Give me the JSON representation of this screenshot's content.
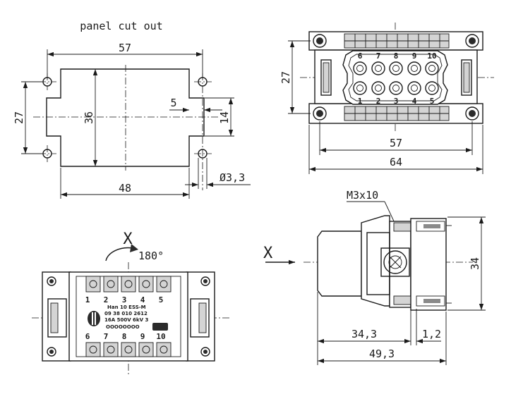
{
  "panel": {
    "title": "panel cut out",
    "w57": "57",
    "h27": "27",
    "h36": "36",
    "d5": "5",
    "d14": "14",
    "w48": "48",
    "hole": "Ø3,3"
  },
  "front": {
    "h27": "27",
    "w57": "57",
    "w64": "64",
    "top_pins": [
      "6",
      "7",
      "8",
      "9",
      "10"
    ],
    "bottom_pins": [
      "1",
      "2",
      "3",
      "4",
      "5"
    ]
  },
  "rear": {
    "view_mark": "X",
    "rotation": "180°",
    "top_pins": [
      "1",
      "2",
      "3",
      "4",
      "5"
    ],
    "bottom_pins": [
      "6",
      "7",
      "8",
      "9",
      "10"
    ],
    "print_lines": [
      "Han 10 ESS-M",
      "09 38 010 2612",
      "16A 500V 6kV 3",
      "OOOOOOOO"
    ]
  },
  "side": {
    "view_mark": "X",
    "screw": "M3x10",
    "h34": "34",
    "d343": "34,3",
    "d12": "1,2",
    "d493": "49,3"
  }
}
